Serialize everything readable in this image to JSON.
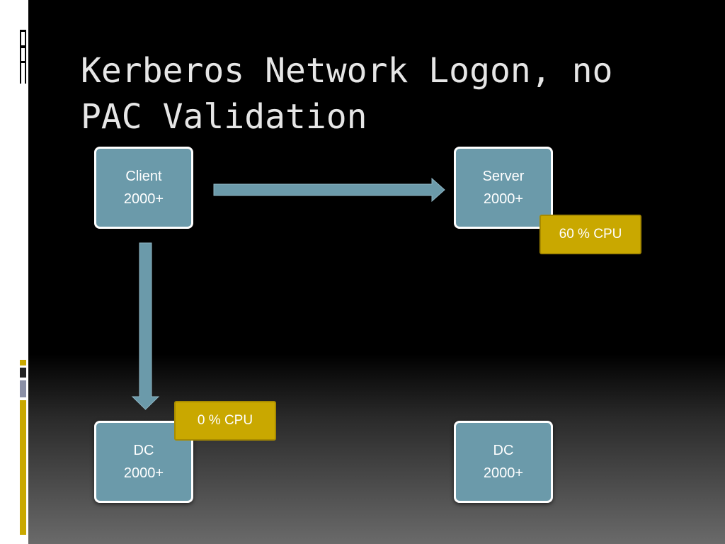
{
  "slide": {
    "title": "Kerberos Network Logon, no PAC Validation"
  },
  "nodes": {
    "client": {
      "name": "Client",
      "version": "2000+"
    },
    "server": {
      "name": "Server",
      "version": "2000+"
    },
    "dc_left": {
      "name": "DC",
      "version": "2000+"
    },
    "dc_right": {
      "name": "DC",
      "version": "2000+"
    }
  },
  "badges": {
    "server_cpu": "60 % CPU",
    "dc_cpu": "0 % CPU"
  },
  "colors": {
    "node_fill": "#6b9aaa",
    "node_border": "#ffffff",
    "arrow_fill": "#6b9aaa",
    "badge_fill": "#c9a800",
    "title_text": "#e6e6e6"
  }
}
